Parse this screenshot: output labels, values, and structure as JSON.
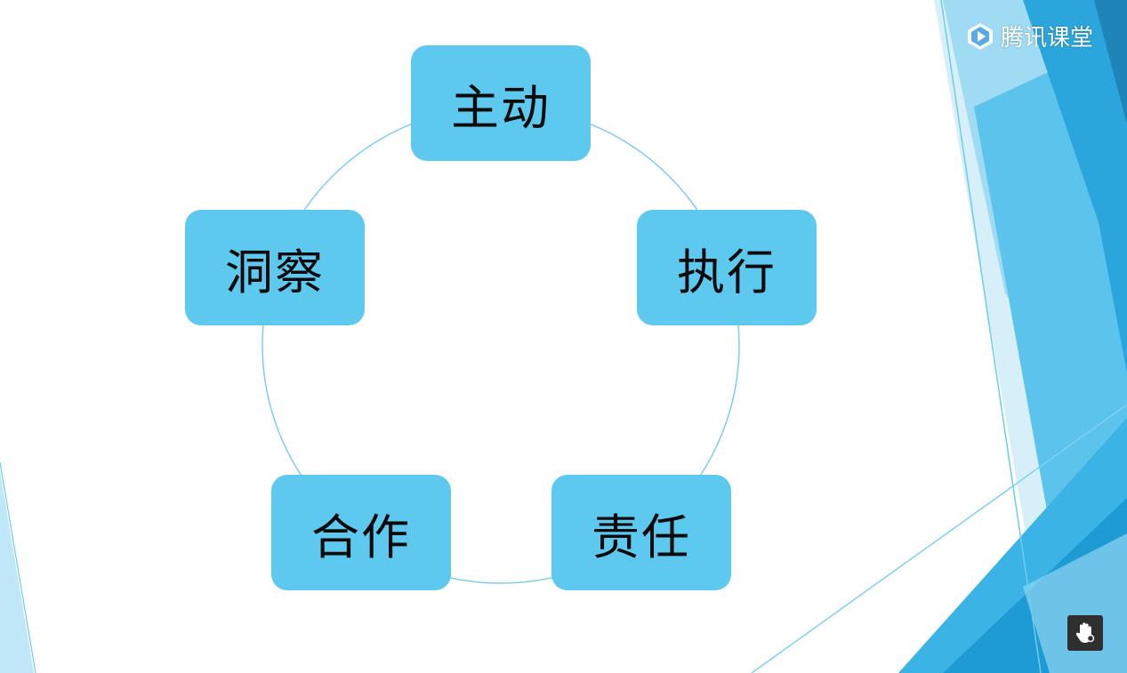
{
  "diagram": {
    "nodes": [
      {
        "id": "zhudong",
        "label": "主动"
      },
      {
        "id": "zhixing",
        "label": "执行"
      },
      {
        "id": "zeren",
        "label": "责任"
      },
      {
        "id": "hezuo",
        "label": "合作"
      },
      {
        "id": "dongcha",
        "label": "洞察"
      }
    ],
    "layout": "cycle",
    "colors": {
      "node_fill": "#5ec9ef",
      "ring": "#7fcde8",
      "text": "#0a0a0a"
    }
  },
  "watermark": {
    "text": "腾讯课堂",
    "icon": "play-logo-icon"
  },
  "controls": {
    "hand_icon": "raise-hand-icon"
  },
  "theme": {
    "accent_light": "#bfe7f7",
    "accent_mid": "#6fcbee",
    "accent_dark": "#1a98cf"
  }
}
